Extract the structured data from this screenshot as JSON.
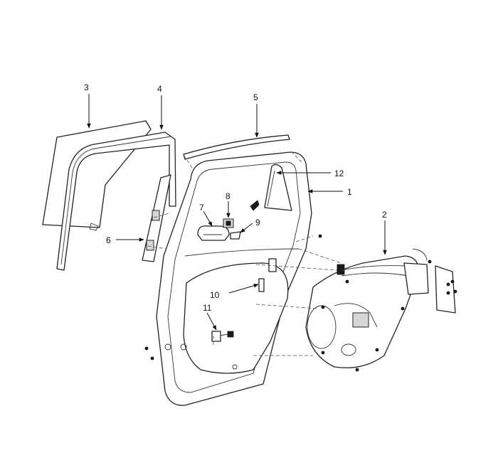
{
  "callouts": [
    {
      "number": "1"
    },
    {
      "number": "2"
    },
    {
      "number": "3"
    },
    {
      "number": "4"
    },
    {
      "number": "5"
    },
    {
      "number": "6"
    },
    {
      "number": "7"
    },
    {
      "number": "8"
    },
    {
      "number": "9"
    },
    {
      "number": "10"
    },
    {
      "number": "11"
    },
    {
      "number": "12"
    }
  ]
}
